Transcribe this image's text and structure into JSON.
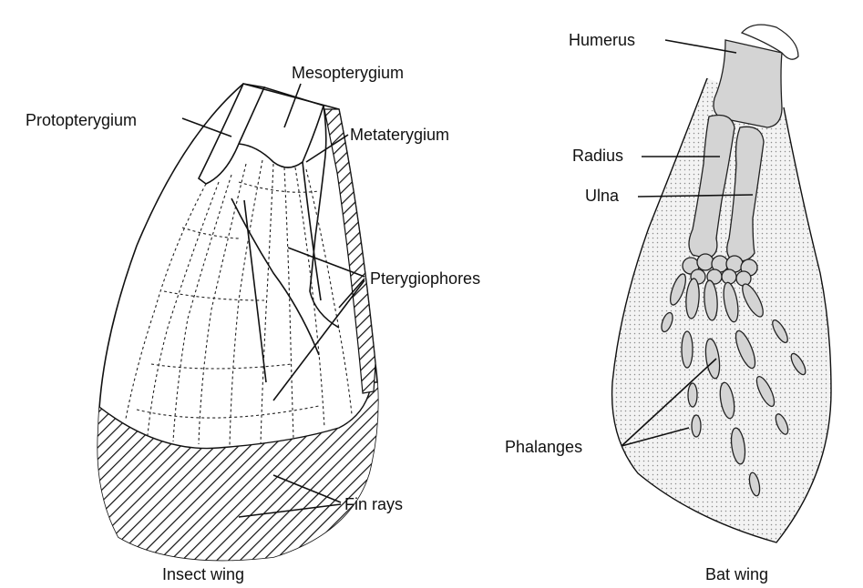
{
  "colors": {
    "ink": "#111111",
    "bone": "#d4d4d4",
    "stipple": "#9a9a9a",
    "paper": "#ffffff"
  },
  "insect": {
    "caption": "Insect wing",
    "labels": {
      "protopterygium": "Protopterygium",
      "mesopterygium": "Mesopterygium",
      "metaterygium": "Metaterygium",
      "pterygiophores": "Pterygiophores",
      "fin_rays": "Fin rays"
    }
  },
  "bat": {
    "caption": "Bat wing",
    "labels": {
      "humerus": "Humerus",
      "radius": "Radius",
      "ulna": "Ulna",
      "phalanges": "Phalanges"
    }
  }
}
